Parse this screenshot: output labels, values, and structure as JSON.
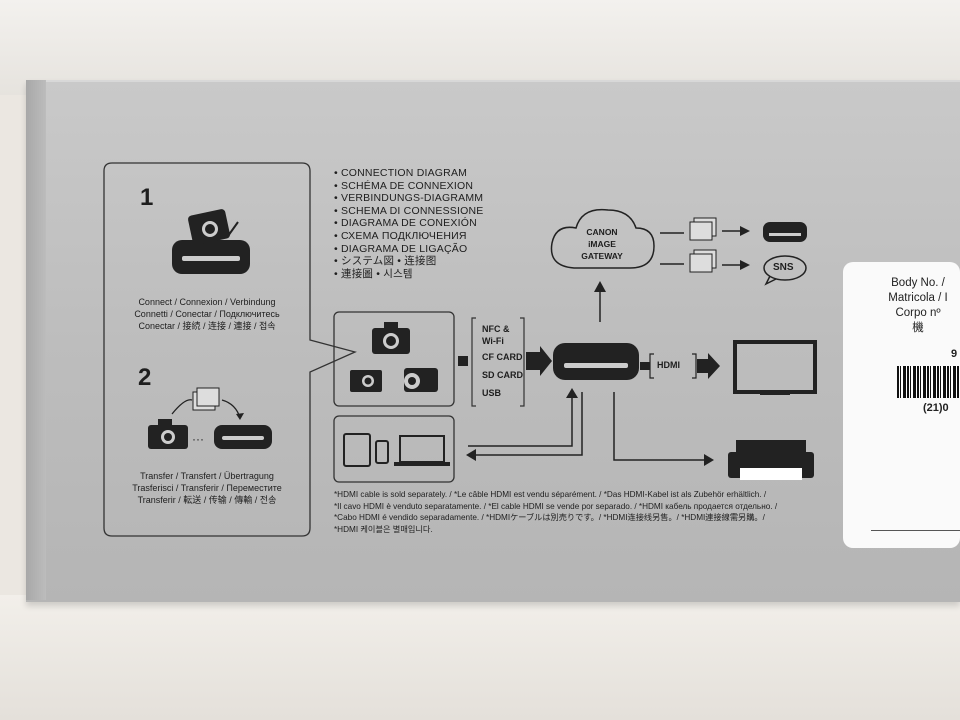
{
  "steps": {
    "step1": {
      "number": "1",
      "lines": [
        "Connect / Connexion / Verbindung",
        "Connetti / Conectar / Подключитесь",
        "Conectar / 接続 / 连接 / 連接 / 접속"
      ]
    },
    "step2": {
      "number": "2",
      "lines": [
        "Transfer / Transfert / Übertragung",
        "Trasferisci / Transferir / Переместите",
        "Transferir / 転送 / 传输 / 傳輸 / 전송"
      ]
    }
  },
  "diagram_titles": [
    "• CONNECTION DIAGRAM",
    "• SCHÉMA DE CONNEXION",
    "• VERBINDUNGS-DIAGRAMM",
    "• SCHEMA DI CONNESSIONE",
    "• DIAGRAMA DE CONEXIÓN",
    "• СХЕМА ПОДКЛЮЧЕНИЯ",
    "• DIAGRAMA DE LIGAÇÃO",
    "• システム図  • 连接图",
    "• 連接圖  • 시스템"
  ],
  "connections": {
    "nfc": "NFC &",
    "wifi": "Wi-Fi",
    "cf": "CF CARD",
    "sd": "SD CARD",
    "usb": "USB",
    "hdmi": "HDMI",
    "sns": "SNS"
  },
  "cloud": {
    "line1": "CANON",
    "line2": "iMAGE",
    "line3": "GATEWAY"
  },
  "note_lines": [
    "*HDMI cable is sold separately. / *Le câble HDMI est vendu séparément. / *Das HDMI-Kabel ist als Zubehör erhältlich. /",
    "*Il cavo HDMI è venduto separatamente. / *El cable HDMI se vende por separado. / *HDMI кабель продается отдельно. /",
    "*Cabo HDMI é vendido separadamente. / *HDMIケーブルは別売りです。/ *HDMI连接线另售。/ *HDMI連接線需另購。/",
    "*HDMI 케이블은 별매입니다."
  ],
  "sticker": {
    "line1": "Body No. /",
    "line2": "Matricola / I",
    "line3": "Corpo nº",
    "line4": "機",
    "digit_top": "9",
    "digits_bottom": "(21)0"
  }
}
